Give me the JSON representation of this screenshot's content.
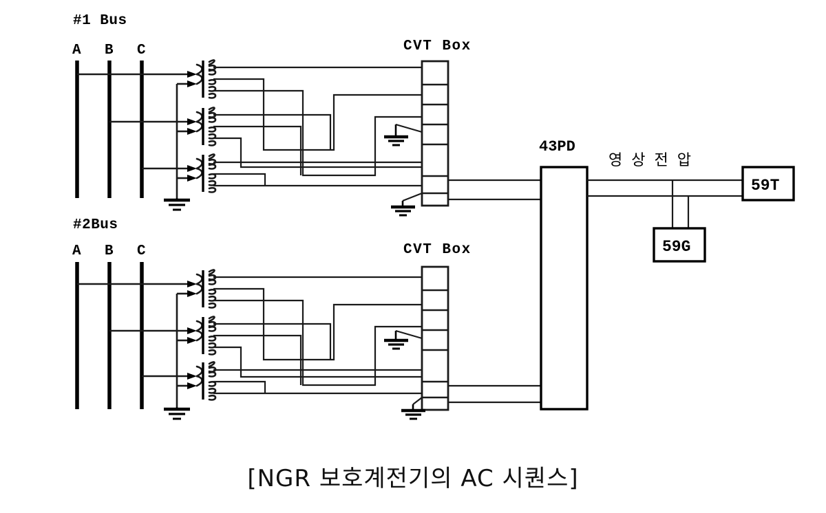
{
  "diagram": {
    "caption": "[NGR 보호계전기의 AC 시퀀스]",
    "title_note": "NGR protection relay AC sequence diagram",
    "bus_groups": [
      {
        "id": "bus1",
        "label": "#1 Bus",
        "phases": [
          "A",
          "B",
          "C"
        ],
        "cvt_box_label": "CVT  Box",
        "vt_count": 3,
        "terminal_segments": 7
      },
      {
        "id": "bus2",
        "label": "#2Bus",
        "phases": [
          "A",
          "B",
          "C"
        ],
        "cvt_box_label": "CVT  Box",
        "vt_count": 3,
        "terminal_segments": 7
      }
    ],
    "devices": [
      {
        "id": "dev-43pd",
        "label": "43PD"
      },
      {
        "id": "dev-59t",
        "label": "59T"
      },
      {
        "id": "dev-59g",
        "label": "59G"
      }
    ],
    "signal_labels": [
      {
        "id": "zero-seq-voltage",
        "label": "영 상 전 압"
      }
    ],
    "symbols": {
      "ground": "earth-ground",
      "transformer": "voltage-transformer",
      "terminal_block": "cvt-terminal-block"
    },
    "colors": {
      "line": "#1a1a1a",
      "background": "#ffffff",
      "text": "#000000"
    }
  }
}
